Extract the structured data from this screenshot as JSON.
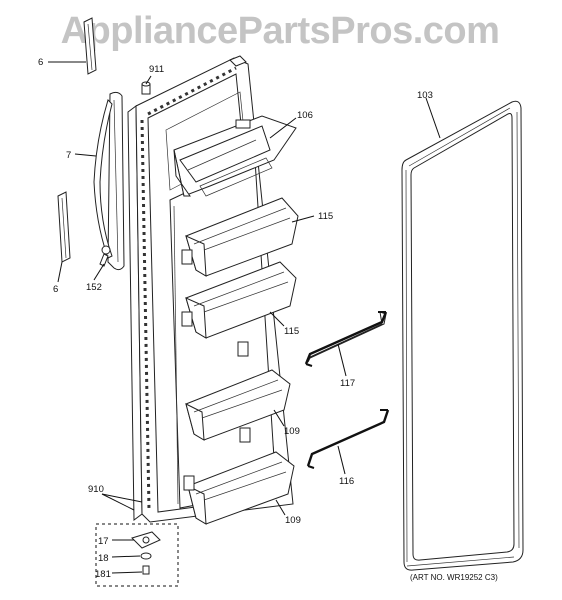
{
  "watermark": "AppliancePartsPros.com",
  "art_number": "(ART NO. WR19252 C3)",
  "labels": {
    "p6a": "6",
    "p911": "911",
    "p7": "7",
    "p6b": "6",
    "p152": "152",
    "p106": "106",
    "p115a": "115",
    "p115b": "115",
    "p117": "117",
    "p109a": "109",
    "p116": "116",
    "p109b": "109",
    "p103": "103",
    "p910": "910",
    "p17": "17",
    "p18": "18",
    "p181": "181"
  }
}
